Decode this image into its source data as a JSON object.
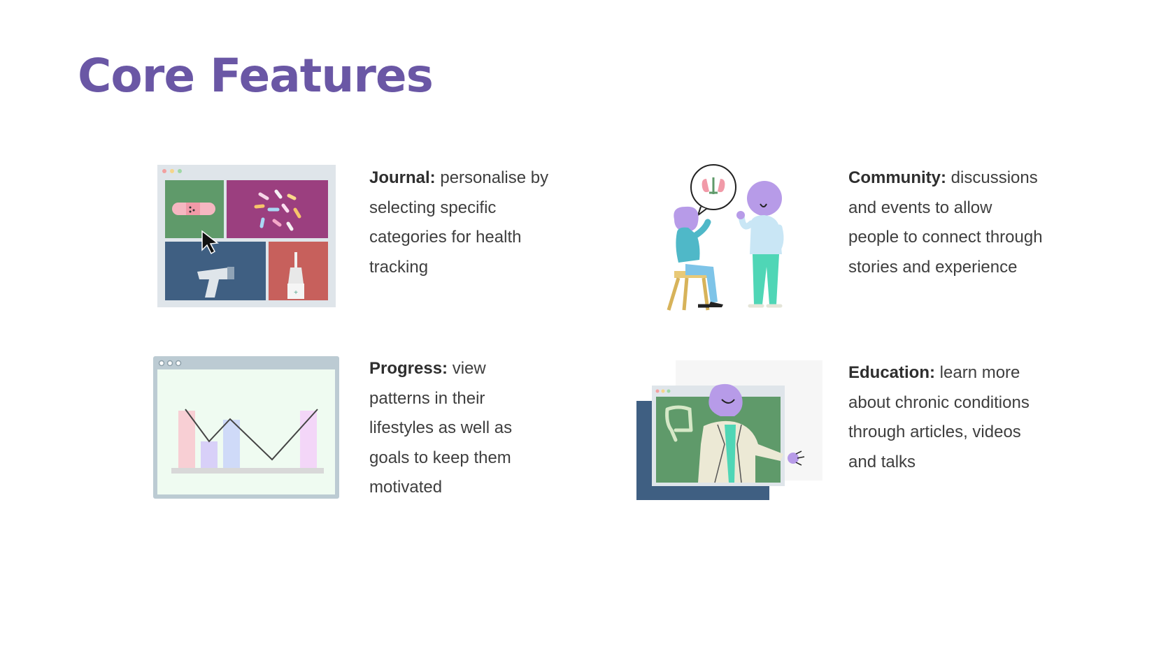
{
  "slide": {
    "title": "Core Features"
  },
  "features": [
    {
      "id": "journal",
      "name": "Journal:",
      "description": "personalise by selecting specific categories for health tracking"
    },
    {
      "id": "community",
      "name": "Community:",
      "description": "discussions and events to allow people to connect through stories and experience"
    },
    {
      "id": "progress",
      "name": "Progress:",
      "description": "view patterns in their lifestyles as well as goals to keep them motivated"
    },
    {
      "id": "education",
      "name": "Education:",
      "description": "learn more about chronic conditions through articles, videos and talks"
    }
  ],
  "colors": {
    "title": "#6a57a5",
    "text": "#3e3e3e",
    "green_tile": "#5f9a6a",
    "magenta_tile": "#9b3f7f",
    "navy_tile": "#3f5f82",
    "red_tile": "#c7605c",
    "lavender": "#b79be8",
    "teal": "#4fd6b6"
  },
  "icons": [
    "journal-illustration",
    "community-illustration",
    "progress-chart-illustration",
    "education-illustration"
  ]
}
